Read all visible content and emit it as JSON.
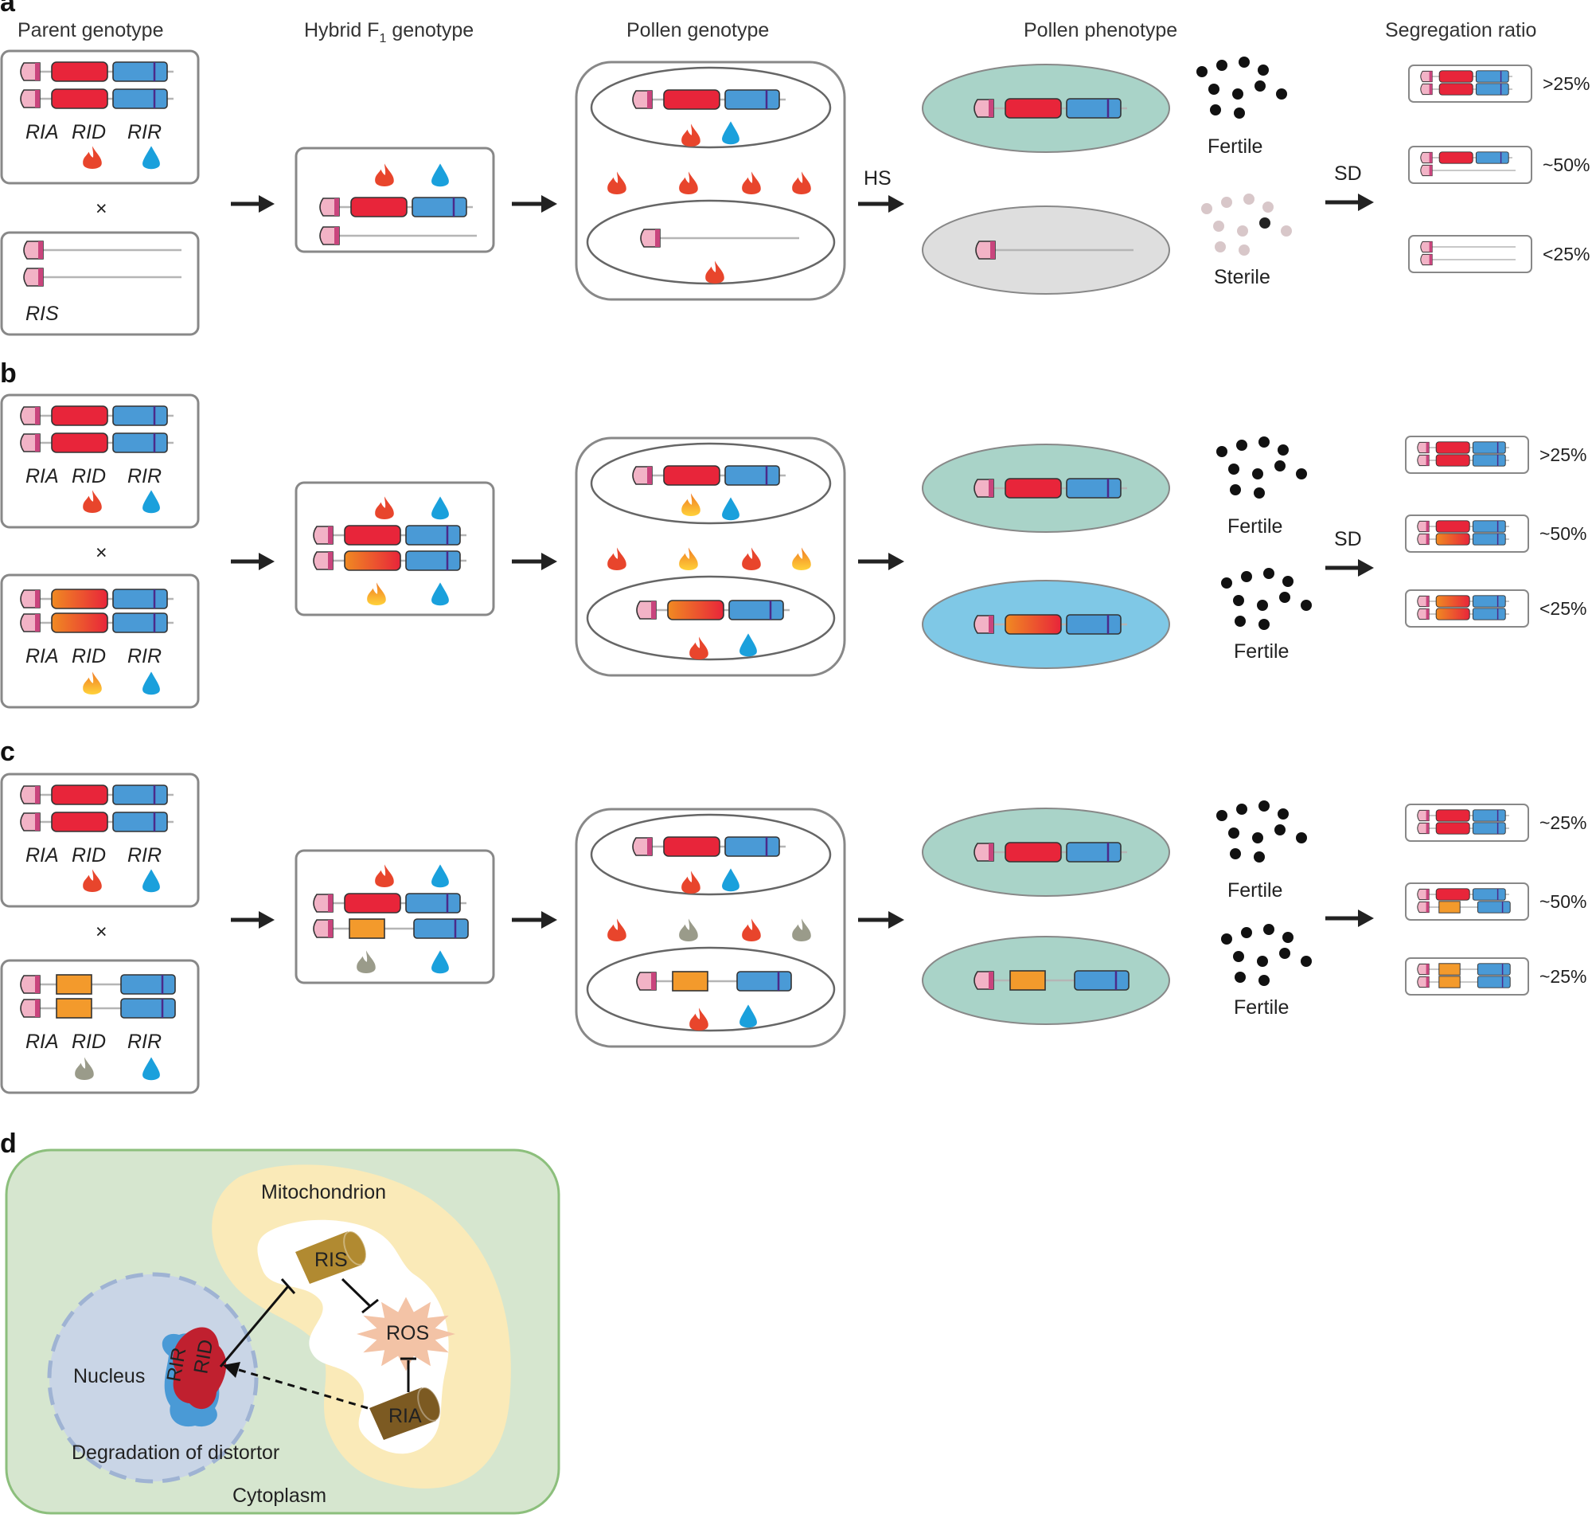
{
  "headers": {
    "parent": "Parent genotype",
    "hybrid_prefix": "Hybrid F",
    "hybrid_sub": "1",
    "hybrid_suffix": " genotype",
    "pollen_genotype": "Pollen genotype",
    "pollen_phenotype": "Pollen phenotype",
    "segregation": "Segregation ratio"
  },
  "panels": [
    {
      "letter": "a",
      "parent_top_labels": [
        "RIA",
        "RID",
        "RIR"
      ],
      "cross": "×",
      "parent_bottom_labels": [
        "RIS"
      ],
      "arrow3": "HS",
      "arrow4": "SD",
      "phenotypes": [
        "Fertile",
        "Sterile"
      ],
      "ratios": [
        ">25%",
        "~50%",
        "<25%"
      ]
    },
    {
      "letter": "b",
      "parent_top_labels": [
        "RIA",
        "RID",
        "RIR"
      ],
      "cross": "×",
      "parent_bottom_labels": [
        "RIA",
        "RID",
        "RIR"
      ],
      "arrow3": "",
      "arrow4": "SD",
      "phenotypes": [
        "Fertile",
        "Fertile"
      ],
      "ratios": [
        ">25%",
        "~50%",
        "<25%"
      ]
    },
    {
      "letter": "c",
      "parent_top_labels": [
        "RIA",
        "RID",
        "RIR"
      ],
      "cross": "×",
      "parent_bottom_labels": [
        "RIA",
        "RID",
        "RIR"
      ],
      "arrow3": "",
      "arrow4": "",
      "phenotypes": [
        "Fertile",
        "Fertile"
      ],
      "ratios": [
        "~25%",
        "~50%",
        "~25%"
      ]
    }
  ],
  "panel_d": {
    "letter": "d",
    "mitochondrion": "Mitochondrion",
    "ris": "RIS",
    "ros": "ROS",
    "ria": "RIA",
    "nucleus": "Nucleus",
    "rir": "RIR",
    "rid": "RID",
    "degradation": "Degradation of distortor",
    "cytoplasm": "Cytoplasm"
  },
  "colors": {
    "red_gene": "#e8253a",
    "blue_gene": "#4a9ad6",
    "pink_gene": "#f2b3c6",
    "orange_gene": "#f39a2c",
    "fertile_pollen": "#a9d3c8",
    "sterile_pollen": "#dedede",
    "alt_pollen": "#7fc8e6",
    "flame": "#e8452c",
    "drop": "#1aa0dc",
    "inactive_flame": "#9a9b8a",
    "cytoplasm": "#d6e6cf",
    "mito": "#faeab8",
    "nucleus": "#c9d5e6"
  }
}
